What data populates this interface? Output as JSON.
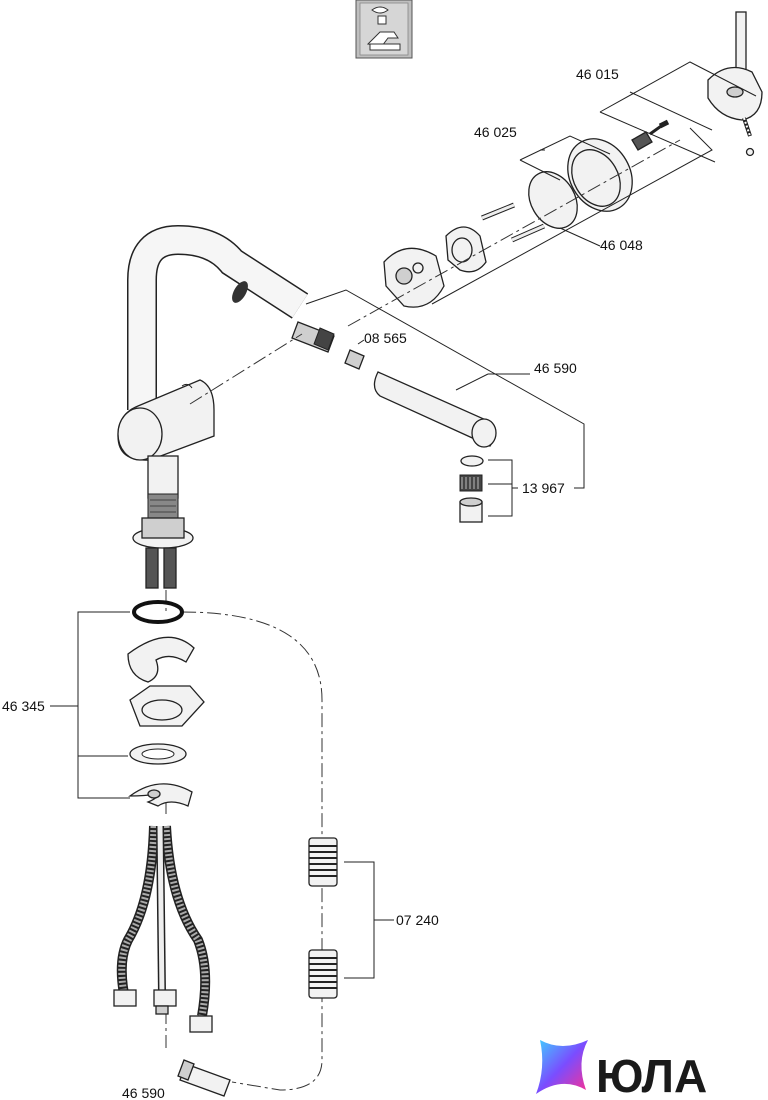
{
  "labels": {
    "p46015": "46 015",
    "p46025": "46 025",
    "p46048": "46 048",
    "p08565": "08 565",
    "p46590_top": "46 590",
    "p13967": "13 967",
    "p46345": "46 345",
    "p07240": "07 240",
    "p46590_bottom": "46 590"
  },
  "watermark": {
    "text": "ЮЛА"
  },
  "icons": {
    "header": "faucet-single-lever-icon",
    "logo": "yula-star-logo"
  }
}
